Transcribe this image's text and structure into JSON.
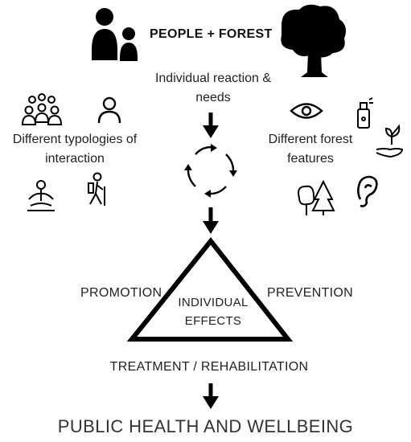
{
  "header": {
    "title": "PEOPLE + FOREST"
  },
  "reaction": {
    "line1": "Individual reaction &",
    "line2": "needs"
  },
  "interaction": {
    "line1": "Different typologies of",
    "line2": "interaction"
  },
  "features": {
    "line1": "Different forest",
    "line2": "features"
  },
  "triangle": {
    "center_line1": "INDIVIDUAL",
    "center_line2": "EFFECTS",
    "left_label": "PROMOTION",
    "right_label": "PREVENTION",
    "bottom_label": "TREATMENT / REHABILITATION"
  },
  "footer": {
    "title": "PUBLIC HEALTH AND WELLBEING"
  },
  "icons": {
    "people": "family-icon",
    "forest": "tree-icon",
    "group": "group-icon",
    "person": "person-icon",
    "meditation": "meditation-icon",
    "hiker": "hiker-icon",
    "eye": "eye-icon",
    "spray": "spray-icon",
    "plant": "plant-hand-icon",
    "trees": "trees-icon",
    "ear": "ear-icon",
    "cycle": "cycle-icon",
    "arrow": "arrow-down-icon"
  }
}
